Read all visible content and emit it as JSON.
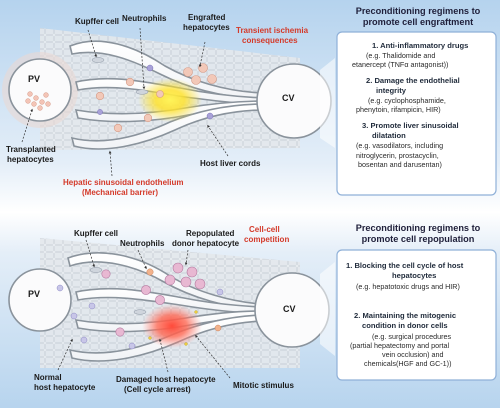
{
  "top": {
    "kupffer": "Kupffer cell",
    "neutrophils": "Neutrophils",
    "engrafted": [
      "Engrafted",
      "hepatocytes"
    ],
    "ischemia": [
      "Transient ischemia",
      "consequences"
    ],
    "pv": "PV",
    "cv": "CV",
    "transplanted": [
      "Transplanted",
      "hepatocytes"
    ],
    "host_cords": "Host liver cords",
    "endothelium": [
      "Hepatic sinusoidal endothelium",
      "(Mechanical barrier)"
    ],
    "panel_title": [
      "Preconditioning regimens to",
      "promote cell engraftment"
    ],
    "items": [
      {
        "heading": [
          "1. Anti-inflammatory drugs"
        ],
        "detail": [
          "(e.g. Thalidomide and",
          "etanercept (TNFα antagonist))"
        ]
      },
      {
        "heading": [
          "2. Damage the endothelial",
          "integrity"
        ],
        "detail": [
          "(e.g. cyclophosphamide,",
          "phenytoin, rifampicin, HIR)"
        ]
      },
      {
        "heading": [
          "3. Promote liver sinusoidal",
          "dilatation"
        ],
        "detail": [
          "(e.g. vasodilators, including",
          "nitroglycerin, prostacyclin,",
          "bosentan and darusentan)"
        ]
      }
    ]
  },
  "bottom": {
    "kupffer": "Kupffer cell",
    "neutrophils": "Neutrophils",
    "repopulated": [
      "Repopulated",
      "donor hepatocyte"
    ],
    "competition": [
      "Cell-cell",
      "competition"
    ],
    "pv": "PV",
    "cv": "CV",
    "normal": [
      "Normal",
      "host hepatocyte"
    ],
    "damaged": [
      "Damaged host hepatocyte",
      "(Cell cycle arrest)"
    ],
    "mitotic": "Mitotic stimulus",
    "panel_title": [
      "Preconditioning regimens to",
      "promote cell repopulation"
    ],
    "items": [
      {
        "heading": [
          "1. Blocking the cell cycle of host",
          "hepatocytes"
        ],
        "detail": [
          "(e.g.  hepatotoxic drugs and HIR)"
        ]
      },
      {
        "heading": [
          "2. Maintaining the mitogenic",
          "condition in donor cells"
        ],
        "detail": [
          "(e.g. surgical procedures",
          "(partial hepatectomy and portal",
          "vein occlusion) and",
          "chemicals(HGF and GC-1))"
        ]
      }
    ]
  },
  "colors": {
    "title_red": "#d43a2a",
    "panel_border": "#8fb0d8",
    "sinusoid": "#9aa3ad",
    "hepatocyte": "#f2c8b8"
  }
}
